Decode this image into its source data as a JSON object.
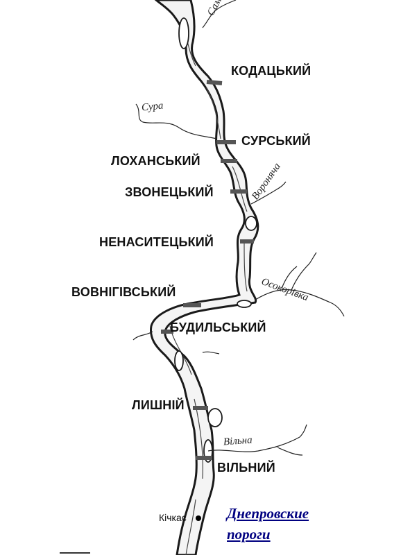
{
  "map": {
    "title_line1": "Днепровские",
    "title_line2": "пороги",
    "town": "Кічкас",
    "tributaries": {
      "samara": "Самара",
      "sura": "Сура",
      "voronyacha": "Вороняча",
      "osokorivka": "Осокорівка",
      "vilna": "Вільна"
    },
    "rapids": {
      "kodatskyi": "КОДАЦЬКИЙ",
      "surskyi": "СУРСЬКИЙ",
      "lokhanskyi": "ЛОХАНСЬКИЙ",
      "zvonetskyi": "ЗВОНЕЦЬКИЙ",
      "nenasytetskyi": "НЕНАСИТЕЦЬКИЙ",
      "vovnihivskyi": "ВОВНІГІВСЬКИЙ",
      "budylskyi": "БУДИЛЬСЬКИЙ",
      "lyshnii": "ЛИШНІЙ",
      "vilnyi": "ВІЛЬНИЙ"
    },
    "colors": {
      "river": "#ffffff",
      "bank": "#1a1a1a",
      "rapid_band": "#555555",
      "title": "#000080"
    }
  }
}
